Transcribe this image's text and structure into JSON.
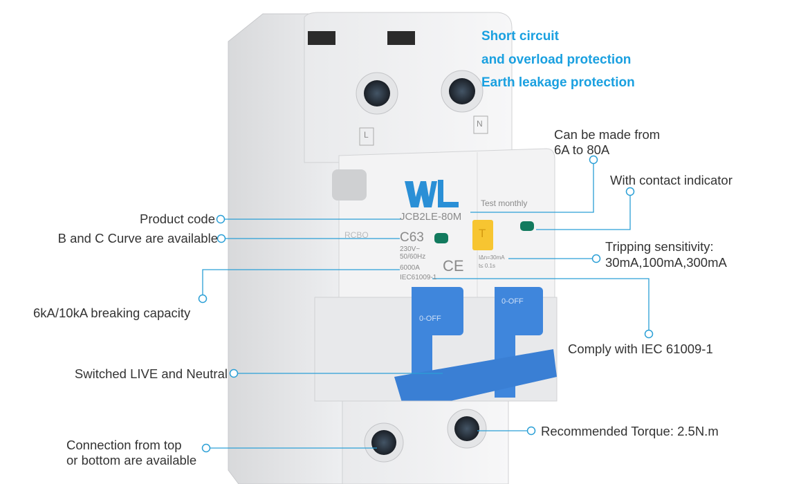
{
  "headline": [
    "Short circuit",
    "and overload protection",
    "Earth leakage protection"
  ],
  "callouts": {
    "product_code": "Product code",
    "curve": "B and C Curve are available",
    "breaking": "6kA/10kA breaking capacity",
    "switched": "Switched LIVE and Neutral",
    "connection": [
      "Connection from top",
      "or bottom are available"
    ],
    "rating": [
      "Can be made from",
      "6A to 80A"
    ],
    "indicator": "With contact indicator",
    "tripping": [
      "Tripping sensitivity:",
      "30mA,100mA,300mA"
    ],
    "comply": "Comply with IEC 61009-1",
    "torque": "Recommended  Torque: 2.5N.m"
  },
  "device": {
    "model": "JCB2LE-80M",
    "curve_rating": "C63",
    "voltage": "230V~",
    "frequency": "50/60Hz",
    "breaking": "6000A",
    "standard": "IEC61009-1",
    "test": "Test monthly",
    "test_button": "T",
    "sensitivity": "IΔn=30mA",
    "trip_time": "t≤ 0.1s",
    "handle_text": "0-OFF",
    "ce": "CE",
    "side": "RCBO",
    "terminal_left": "L",
    "terminal_right": "N"
  },
  "colors": {
    "accent": "#1aa0e0",
    "line": "#2a9fd6",
    "handle": "#3f86dc",
    "test": "#f7c531"
  }
}
